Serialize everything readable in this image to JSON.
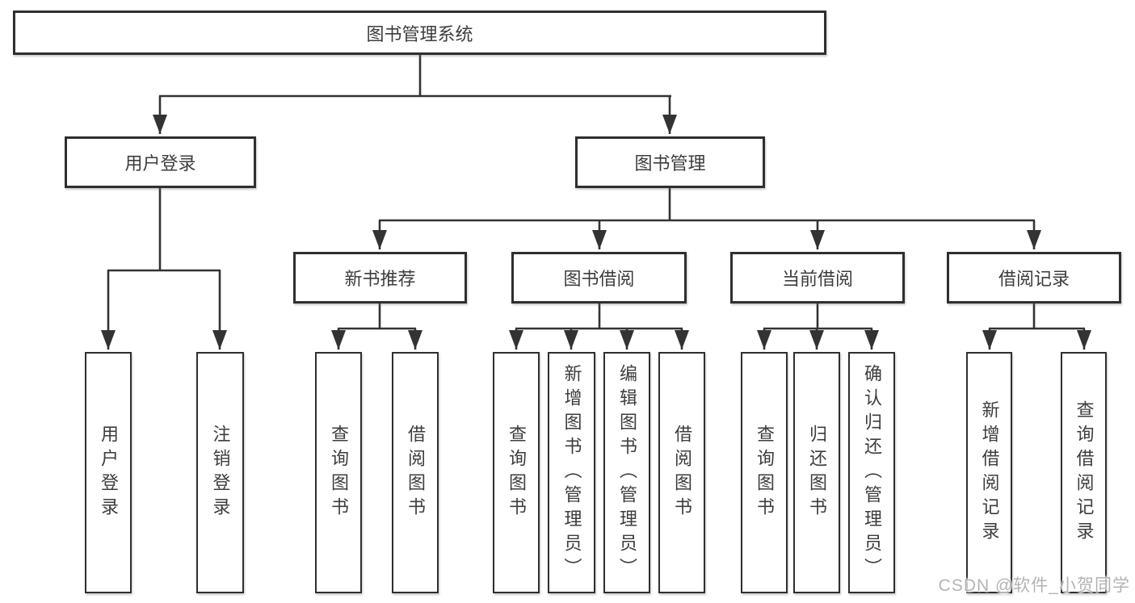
{
  "diagram": {
    "type": "tree",
    "root": {
      "label": "图书管理系统",
      "children": [
        {
          "label": "用户登录",
          "children": [
            {
              "label": "用户登录"
            },
            {
              "label": "注销登录"
            }
          ]
        },
        {
          "label": "图书管理",
          "children": [
            {
              "label": "新书推荐",
              "children": [
                {
                  "label": "查询图书"
                },
                {
                  "label": "借阅图书"
                }
              ]
            },
            {
              "label": "图书借阅",
              "children": [
                {
                  "label": "查询图书"
                },
                {
                  "label": "新增图书（管理员）"
                },
                {
                  "label": "编辑图书（管理员）"
                },
                {
                  "label": "借阅图书"
                }
              ]
            },
            {
              "label": "当前借阅",
              "children": [
                {
                  "label": "查询图书"
                },
                {
                  "label": "归还图书"
                },
                {
                  "label": "确认归还（管理员）"
                }
              ]
            },
            {
              "label": "借阅记录",
              "children": [
                {
                  "label": "新增借阅记录"
                },
                {
                  "label": "查询借阅记录"
                }
              ]
            }
          ]
        }
      ]
    }
  },
  "watermark": {
    "text": "CSDN @软件_小贺同学"
  },
  "colors": {
    "background": "#ffffff",
    "box_fill": "#ffffff",
    "box_border": "#2f2f2f",
    "line": "#333333",
    "text": "#3d3d3d",
    "watermark": "#b3b3b3"
  }
}
